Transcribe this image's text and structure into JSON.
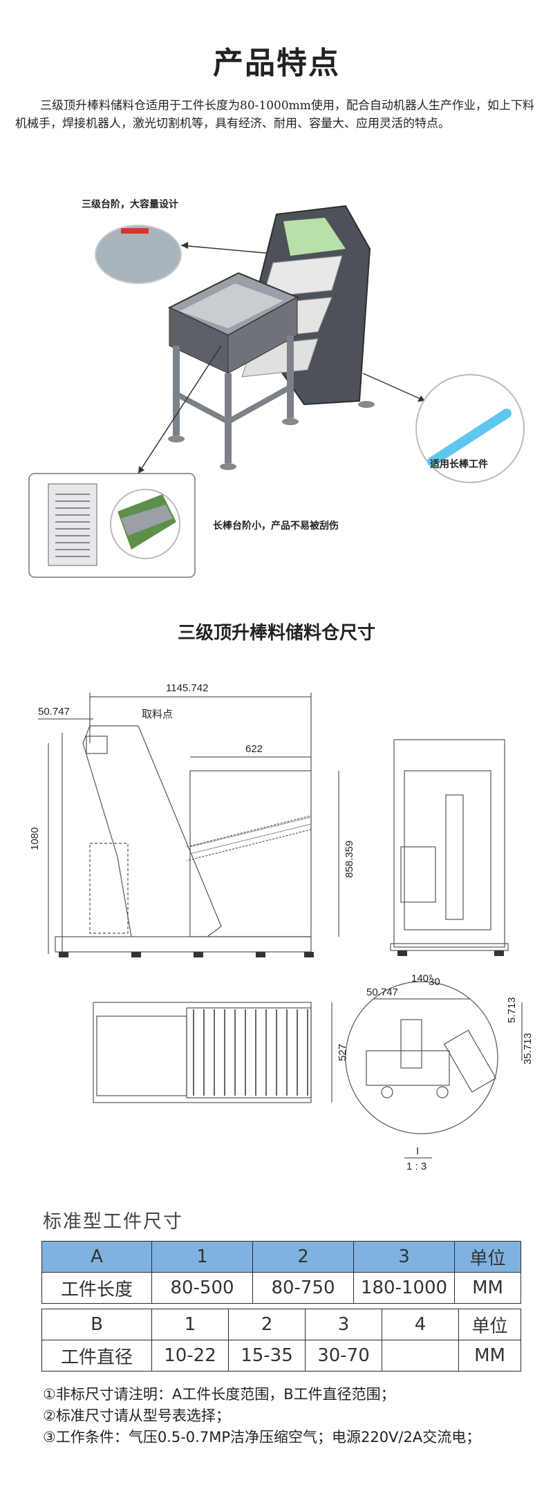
{
  "title": "产品特点",
  "intro": "三级顶升棒料储料仓适用于工件长度为80-1000mm使用，配合自动机器人生产作业，如上下料机械手，焊接机器人，激光切割机等，具有经济、耐用、容量大、应用灵活的特点。",
  "callouts": {
    "top": "三级台阶，大容量设计",
    "right": "适用长棒工件",
    "bottom": "长棒台阶小，产品不易被刮伤"
  },
  "section2_title": "三级顶升棒料储料仓尺寸",
  "drawing": {
    "dim_overall_width": "1145.742",
    "dim_offset": "50.747",
    "pick_point": "取料点",
    "dim_622": "622",
    "dim_height": "1080",
    "dim_858": "858.359",
    "dim_527": "527",
    "detail_angle": "140°",
    "detail_dim_50": "50.747",
    "detail_dim_30": "30",
    "detail_dim_5": "5.713",
    "detail_dim_35": "35.713",
    "detail_label": "I",
    "detail_scale": "1 : 3"
  },
  "spec": {
    "heading": "标准型工件尺寸",
    "table_a": {
      "header": [
        "A",
        "1",
        "2",
        "3",
        "单位"
      ],
      "row": [
        "工件长度",
        "80-500",
        "80-750",
        "180-1000",
        "MM"
      ]
    },
    "table_b": {
      "header": [
        "B",
        "1",
        "2",
        "3",
        "4",
        "单位"
      ],
      "row": [
        "工件直径",
        "10-22",
        "15-35",
        "30-70",
        "",
        "MM"
      ]
    },
    "header_color": "#7fb2e0"
  },
  "notes": [
    "①非标尺寸请注明：A工件长度范围，B工件直径范围；",
    "②标准尺寸请从型号表选择；",
    "③工作条件：气压0.5-0.7MP洁净压缩空气；电源220V/2A交流电；"
  ]
}
